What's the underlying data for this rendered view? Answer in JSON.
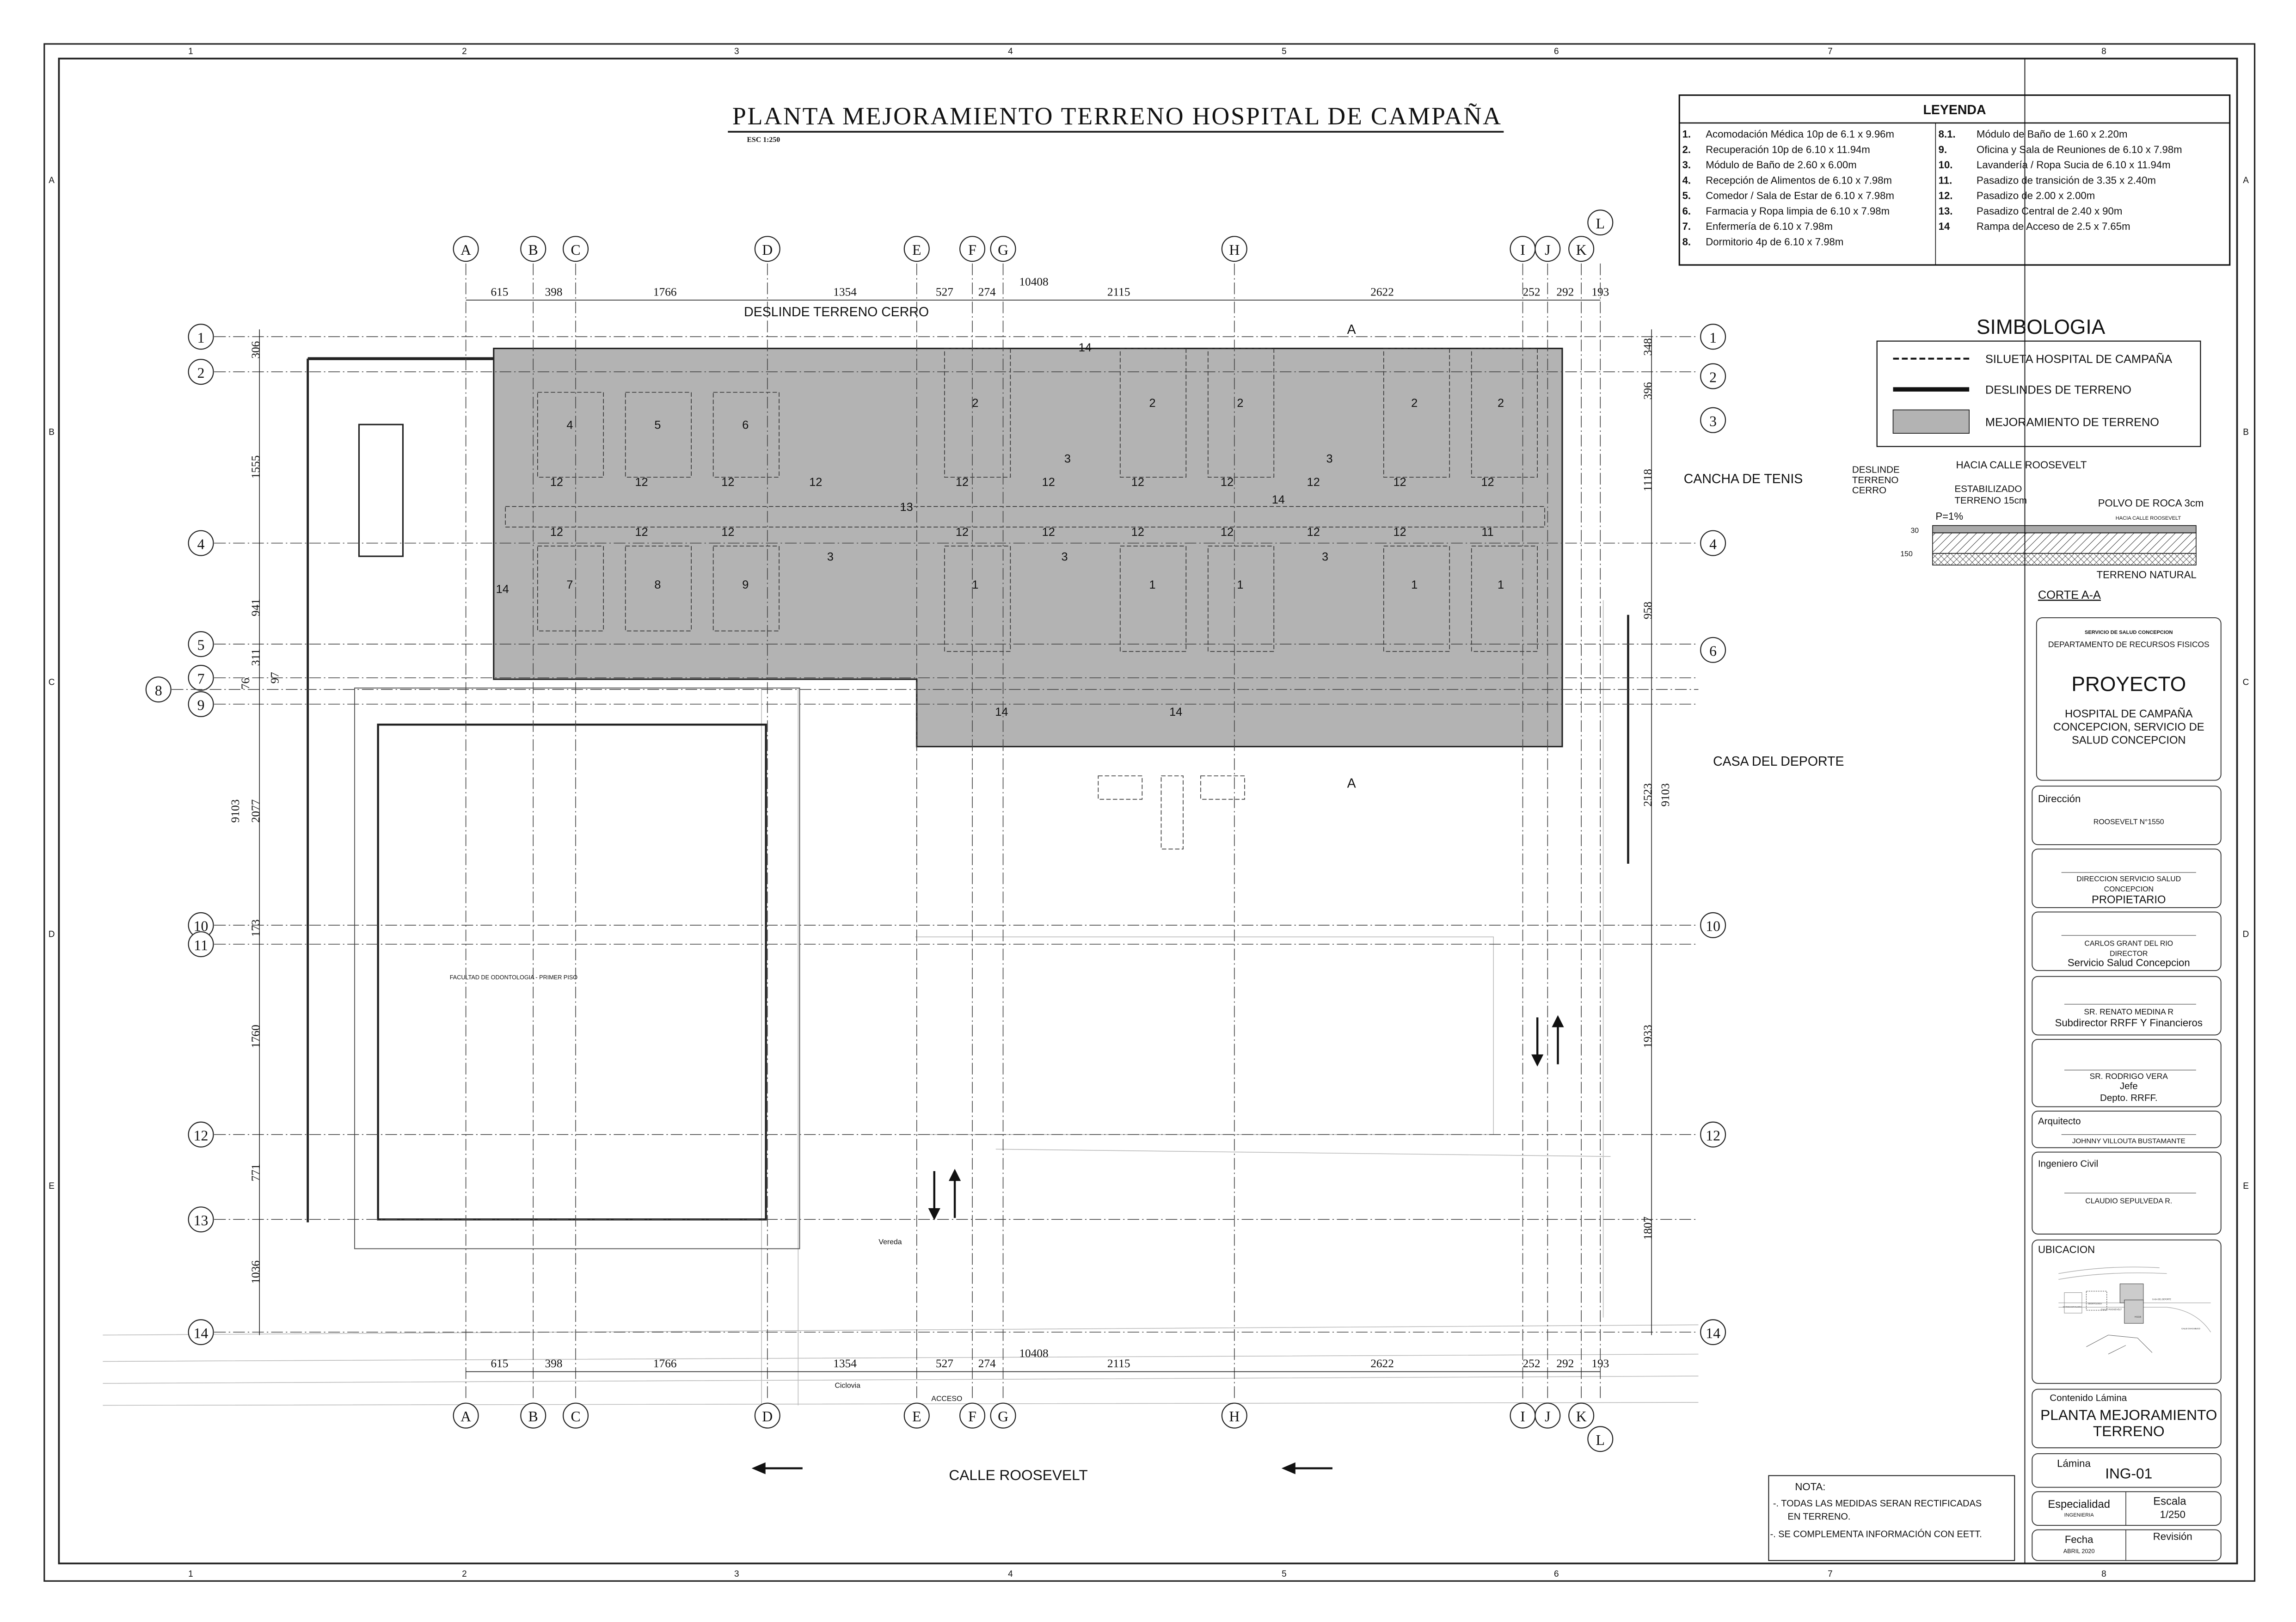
{
  "title": {
    "main": "PLANTA MEJORAMIENTO TERRENO HOSPITAL DE CAMPAÑA",
    "scale": "ESC 1:250"
  },
  "frame": {
    "columns": [
      "1",
      "2",
      "3",
      "4",
      "5",
      "6",
      "7",
      "8"
    ],
    "rows": [
      "A",
      "B",
      "C",
      "D",
      "E"
    ]
  },
  "legend": {
    "title": "LEYENDA",
    "left": [
      {
        "num": "1.",
        "text": "Acomodación Médica 10p de 6.1 x 9.96m"
      },
      {
        "num": "2.",
        "text": "Recuperación 10p de 6.10 x 11.94m"
      },
      {
        "num": "3.",
        "text": "Módulo de Baño de 2.60 x 6.00m"
      },
      {
        "num": "4.",
        "text": "Recepción de Alimentos de 6.10 x 7.98m"
      },
      {
        "num": "5.",
        "text": "Comedor / Sala de Estar de 6.10 x 7.98m"
      },
      {
        "num": "6.",
        "text": "Farmacia y Ropa limpia de 6.10 x 7.98m"
      },
      {
        "num": "7.",
        "text": "Enfermería de 6.10 x 7.98m"
      },
      {
        "num": "8.",
        "text": "Dormitorio 4p de 6.10 x 7.98m"
      }
    ],
    "right": [
      {
        "num": "8.1.",
        "text": "Módulo de Baño de 1.60 x 2.20m"
      },
      {
        "num": "9.",
        "text": "Oficina y Sala de Reuniones de 6.10 x 7.98m"
      },
      {
        "num": "10.",
        "text": "Lavandería / Ropa Sucia de 6.10 x 11.94m"
      },
      {
        "num": "11.",
        "text": "Pasadizo de transición de 3.35 x 2.40m"
      },
      {
        "num": "12.",
        "text": "Pasadizo de 2.00 x 2.00m"
      },
      {
        "num": "13.",
        "text": "Pasadizo Central de 2.40 x 90m"
      },
      {
        "num": "14",
        "text": "Rampa de Acceso de 2.5 x 7.65m"
      }
    ]
  },
  "simbologia": {
    "title": "SIMBOLOGIA",
    "items": [
      "SILUETA HOSPITAL DE CAMPAÑA",
      "DESLINDES DE TERRENO",
      "MEJORAMIENTO DE TERRENO"
    ],
    "fill_color": "#b3b3b3"
  },
  "section": {
    "deslinde": [
      "DESLINDE",
      "TERRENO",
      "CERRO"
    ],
    "hacia": "HACIA CALLE ROOSEVELT",
    "hacia_small": "HACIA CALLE ROOSEVELT",
    "estabilizado": [
      "ESTABILIZADO",
      "TERRENO 15cm"
    ],
    "polvo": "POLVO DE ROCA 3cm",
    "slope": "P=1%",
    "dim_top": "30",
    "dim_bottom": "150",
    "natural": "TERRENO NATURAL",
    "title": "CORTE A-A"
  },
  "plan": {
    "col_axes": [
      "A",
      "B",
      "C",
      "D",
      "E",
      "F",
      "G",
      "H",
      "I",
      "J",
      "K",
      "L"
    ],
    "row_axes_left": [
      "1",
      "2",
      "4",
      "5",
      "7",
      "8",
      "9",
      "10",
      "11",
      "12",
      "13",
      "14"
    ],
    "row_axes_right": [
      "1",
      "2",
      "3",
      "4",
      "6",
      "10",
      "12",
      "14"
    ],
    "top_dims": [
      "615",
      "398",
      "1766",
      "1354",
      "527",
      "274",
      "2115",
      "2622",
      "252",
      "292",
      "193"
    ],
    "total_width": "10408",
    "left_dims": [
      "306",
      "1555",
      "941",
      "311",
      "76",
      "97",
      "9103",
      "2077",
      "173",
      "1760",
      "771",
      "1036"
    ],
    "right_dims": [
      "348",
      "396",
      "1118",
      "958",
      "2523",
      "9103",
      "1933",
      "1807"
    ],
    "modules": [
      "4",
      "5",
      "6",
      "2",
      "2",
      "2",
      "2",
      "2",
      "3",
      "3",
      "3",
      "3",
      "3",
      "7",
      "8",
      "9",
      "1",
      "1",
      "1",
      "1",
      "1",
      "12",
      "12",
      "12",
      "12",
      "12",
      "12",
      "12",
      "12",
      "12",
      "12",
      "12",
      "12",
      "12",
      "12",
      "12",
      "12",
      "12",
      "12",
      "12",
      "12",
      "11",
      "13",
      "14",
      "14",
      "14",
      "14",
      "14"
    ],
    "section_marks": [
      "A",
      "A"
    ],
    "labels": {
      "deslinde": "DESLINDE TERRENO CERRO",
      "cancha": "CANCHA DE TENIS",
      "casa": "CASA DEL DEPORTE",
      "calle": "CALLE ROOSEVELT",
      "facultad": "FACULTAD DE ODONTOLOGIA - PRIMER PISO",
      "vereda": "Vereda",
      "ciclovia": "Ciclovia",
      "acceso": "ACCESO"
    },
    "improvement_color": "#b3b3b3"
  },
  "nota": {
    "title": "NOTA:",
    "lines": [
      "-. TODAS LAS MEDIDAS SERAN RECTIFICADAS",
      "EN TERRENO.",
      "-. SE COMPLEMENTA INFORMACIÓN CON EETT."
    ]
  },
  "titleblock": {
    "org": "SERVICIO DE SALUD CONCEPCION",
    "dept": "DEPARTAMENTO DE RECURSOS FISICOS",
    "proyecto": "PROYECTO",
    "project_name": [
      "HOSPITAL DE CAMPAÑA",
      "CONCEPCION, SERVICIO DE",
      "SALUD CONCEPCION"
    ],
    "direccion_label": "Dirección",
    "direccion": "ROOSEVELT N°1550",
    "propietario": [
      "DIRECCION SERVICIO SALUD",
      "CONCEPCION",
      "PROPIETARIO"
    ],
    "director": [
      "CARLOS GRANT DEL RIO",
      "DIRECTOR",
      "Servicio Salud Concepcion"
    ],
    "subdirector": [
      "SR. RENATO MEDINA R",
      "Subdirector RRFF Y Financieros"
    ],
    "jefe": [
      "SR. RODRIGO VERA",
      "Jefe",
      "Depto. RRFF."
    ],
    "arquitecto_label": "Arquitecto",
    "arquitecto": "JOHNNY VILLOUTA BUSTAMANTE",
    "ingeniero_label": "Ingeniero Civil",
    "ingeniero": "CLAUDIO SEPULVEDA R.",
    "ubicacion_label": "UBICACION",
    "ubicacion_map": [
      "CALLE ROOSEVELT",
      "ODONTOLOGIA",
      "CASA DEL DEPORTE",
      "EXTRAHOSPITALARIO",
      "HGGB",
      "CALLE CHACABUCO"
    ],
    "contenido_label": "Contenido Lámina",
    "contenido": [
      "PLANTA MEJORAMIENTO",
      "TERRENO"
    ],
    "lamina_label": "Lámina",
    "lamina": "ING-01",
    "especialidad_label": "Especialidad",
    "especialidad": "INGENIERIA",
    "escala_label": "Escala",
    "escala": "1/250",
    "fecha_label": "Fecha",
    "fecha": "ABRIL 2020",
    "revision_label": "Revisión"
  }
}
